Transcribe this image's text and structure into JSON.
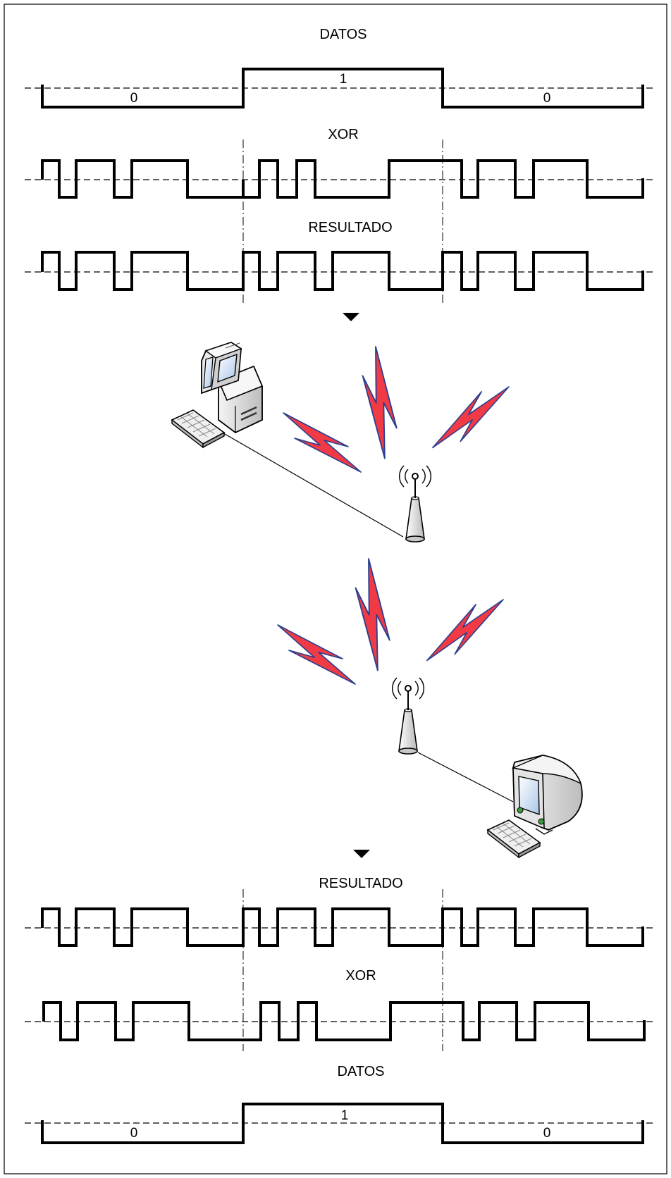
{
  "diagram": {
    "transmit": {
      "data_label": "DATOS",
      "xor_label": "XOR",
      "result_label": "RESULTADO",
      "data_bits": [
        "0",
        "1",
        "0"
      ]
    },
    "receive": {
      "result_label": "RESULTADO",
      "xor_label": "XOR",
      "data_label": "DATOS",
      "data_bits": [
        "0",
        "1",
        "0"
      ]
    },
    "nodes": {
      "sender": "desktop-computer-icon",
      "sender_antenna": "antenna-tower-icon",
      "receiver_antenna": "antenna-tower-icon",
      "receiver": "imac-computer-icon"
    },
    "colors": {
      "lightning": "#f03a45",
      "lightning_edge": "#2b3f8f",
      "line": "#000000"
    }
  }
}
